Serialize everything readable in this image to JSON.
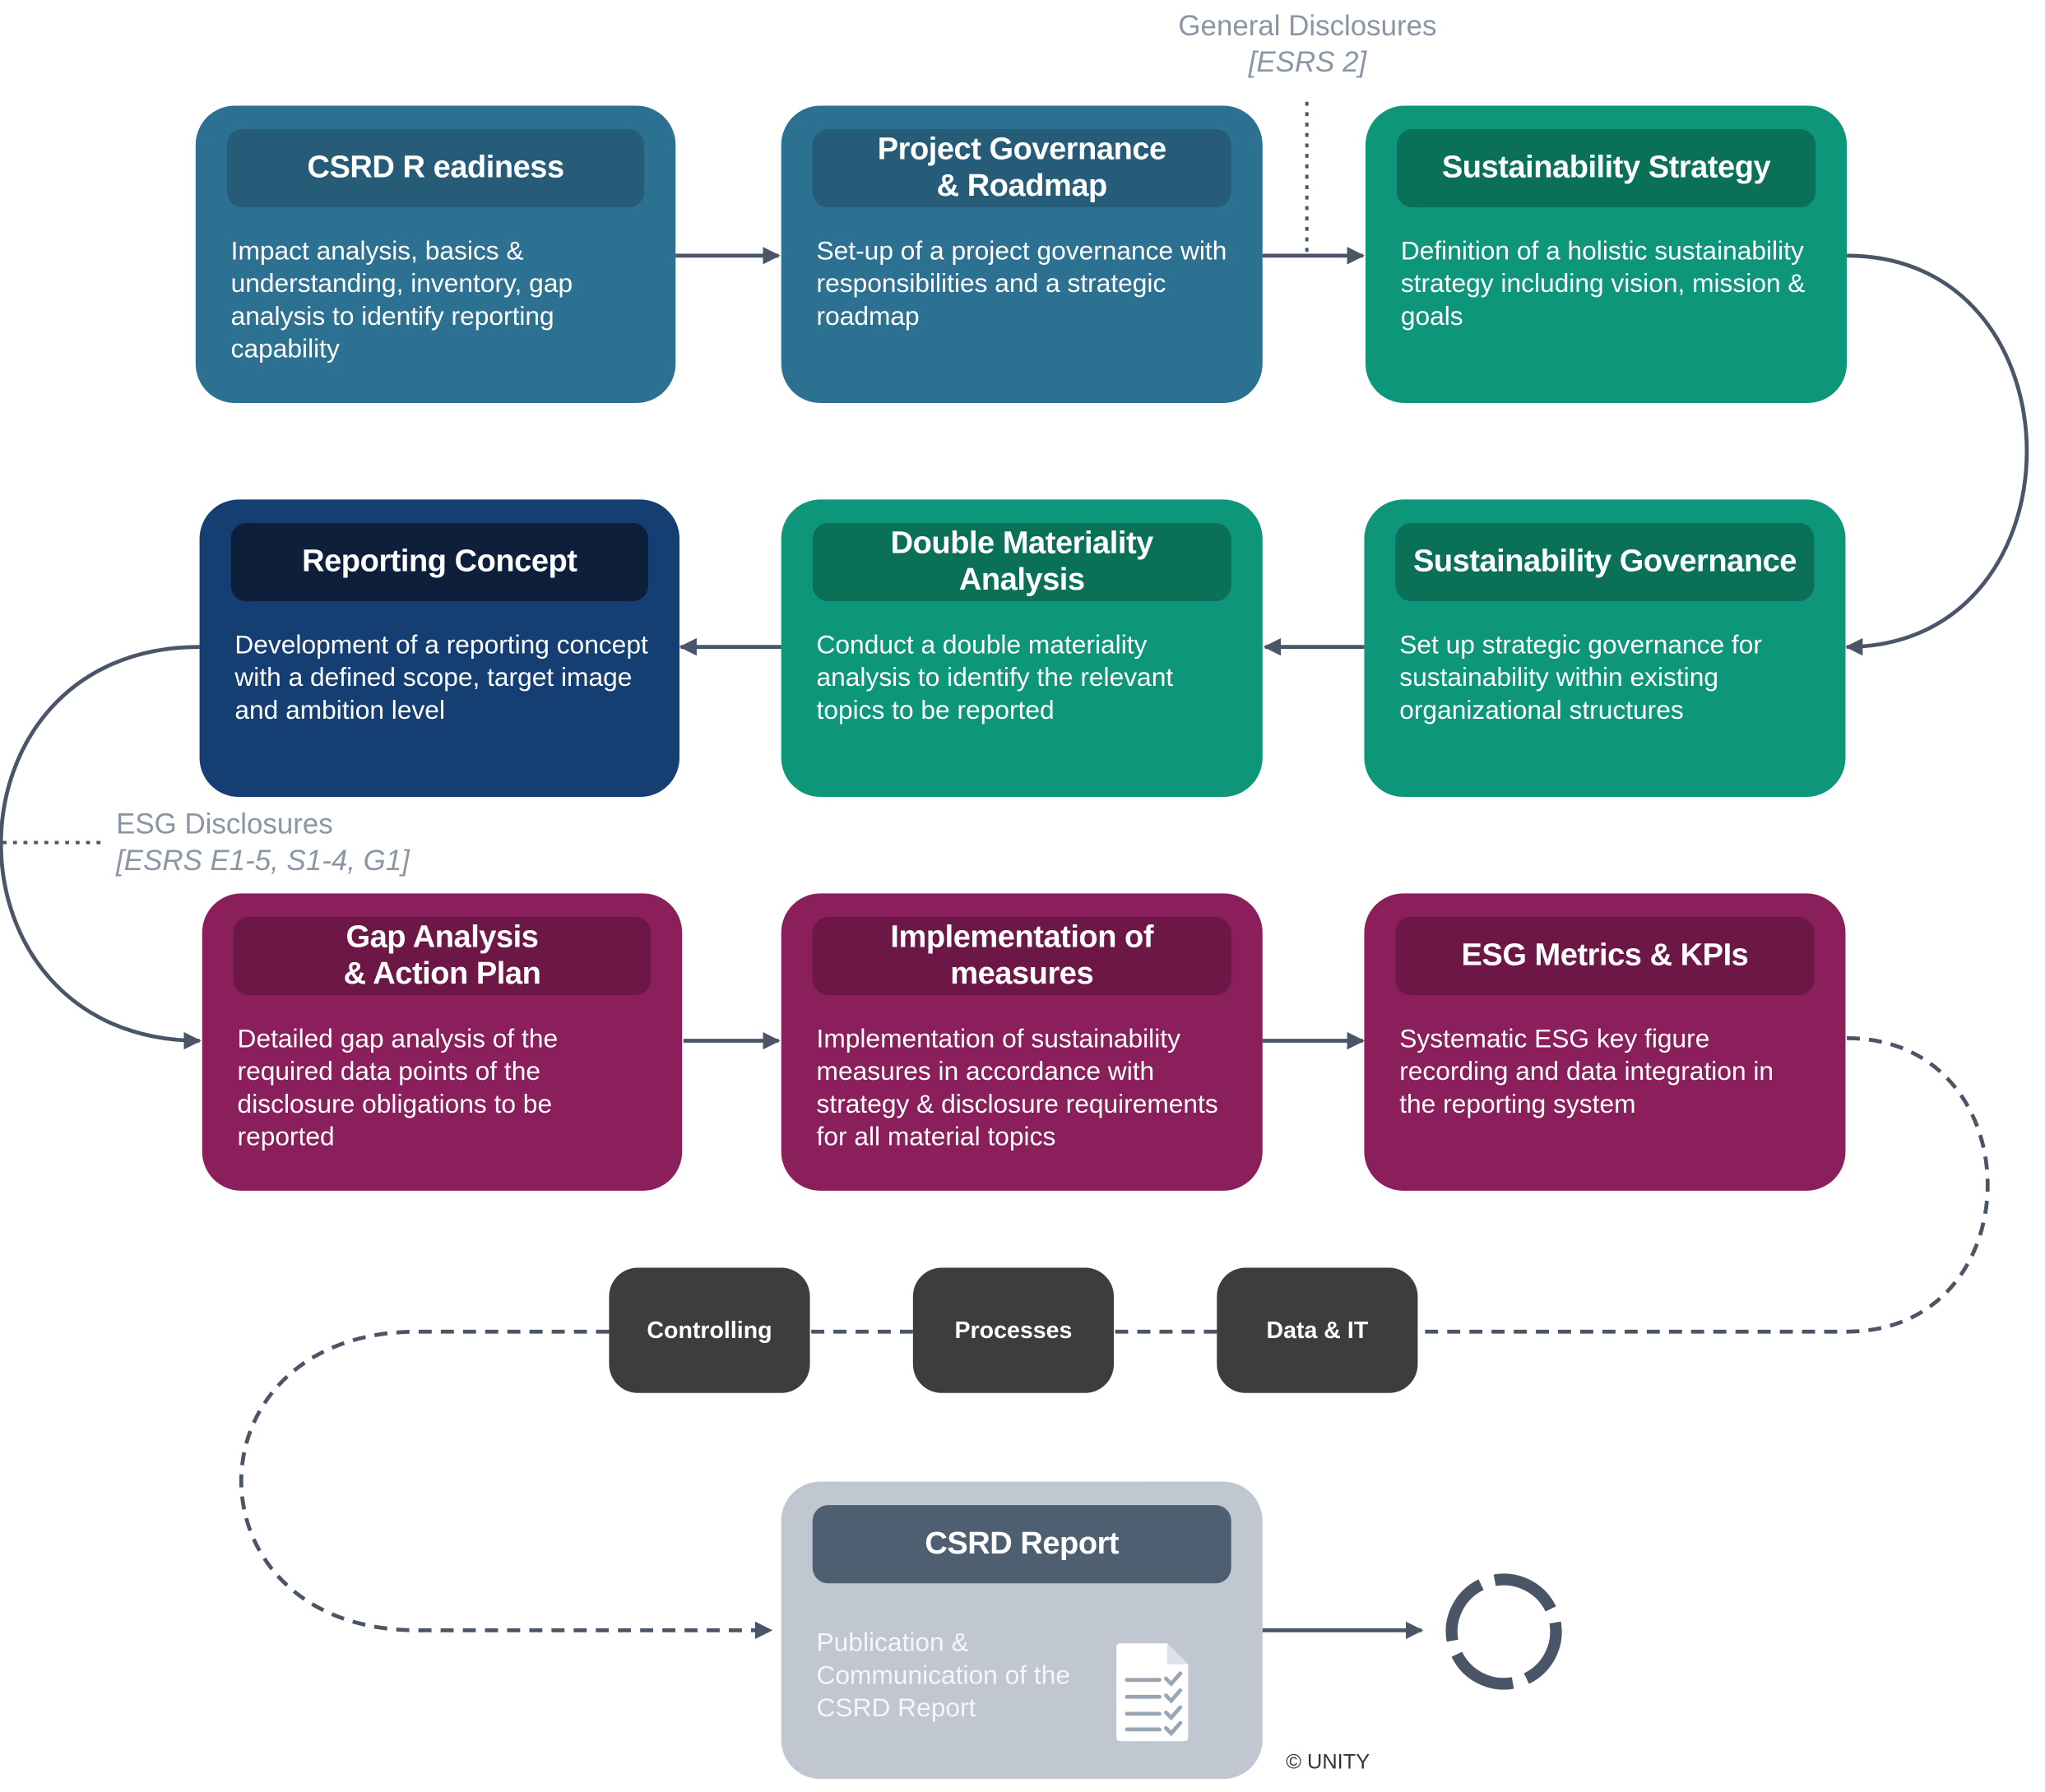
{
  "annotations": {
    "general_title": "General Disclosures",
    "general_ref": "[ESRS 2]",
    "esg_title": "ESG Disclosures",
    "esg_ref": "[ESRS E1-5, S1-4, G1]"
  },
  "steps": [
    {
      "title": "CSRD R eadiness",
      "body": "Impact analysis, basics & understanding, inventory, gap analysis to identify reporting capability"
    },
    {
      "title": "Project Governance\n& Roadmap",
      "body": "Set-up of a project governance with responsibilities and a strategic roadmap"
    },
    {
      "title": "Sustainability Strategy",
      "body": "Definition of a holistic sustainability strategy including vision, mission & goals"
    },
    {
      "title": "Sustainability Governance",
      "body": "Set up strategic governance for sustainability within existing organizational structures"
    },
    {
      "title": "Double Materiality\nAnalysis",
      "body": "Conduct a double materiality analysis to identify the relevant topics to be reported"
    },
    {
      "title": "Reporting Concept",
      "body": "Development of a reporting concept with a defined scope, target image and ambition level"
    },
    {
      "title": "Gap Analysis\n& Action Plan",
      "body": "Detailed gap analysis of the required data points of the disclosure obligations to be reported"
    },
    {
      "title": "Implementation of\nmeasures",
      "body": "Implementation of sustainability measures in accordance with strategy & disclosure requirements for all material topics"
    },
    {
      "title": "ESG Metrics & KPIs",
      "body": "Systematic ESG key figure recording and data integration in the reporting system"
    }
  ],
  "enablers": [
    "Controlling",
    "Processes",
    "Data & IT"
  ],
  "report": {
    "title": "CSRD Report",
    "body": "Publication & Communication of the CSRD Report"
  },
  "icons": {
    "document": "document-checklist-icon",
    "cycle": "cycle-icon"
  },
  "colors": {
    "blue": "#2d7192",
    "green": "#0e967a",
    "navy": "#153f72",
    "purple": "#8a1f5b",
    "grey": "#c0c7d0",
    "dark": "#3d3d3d",
    "connector": "#4a5568"
  },
  "copyright": "© UNITY"
}
